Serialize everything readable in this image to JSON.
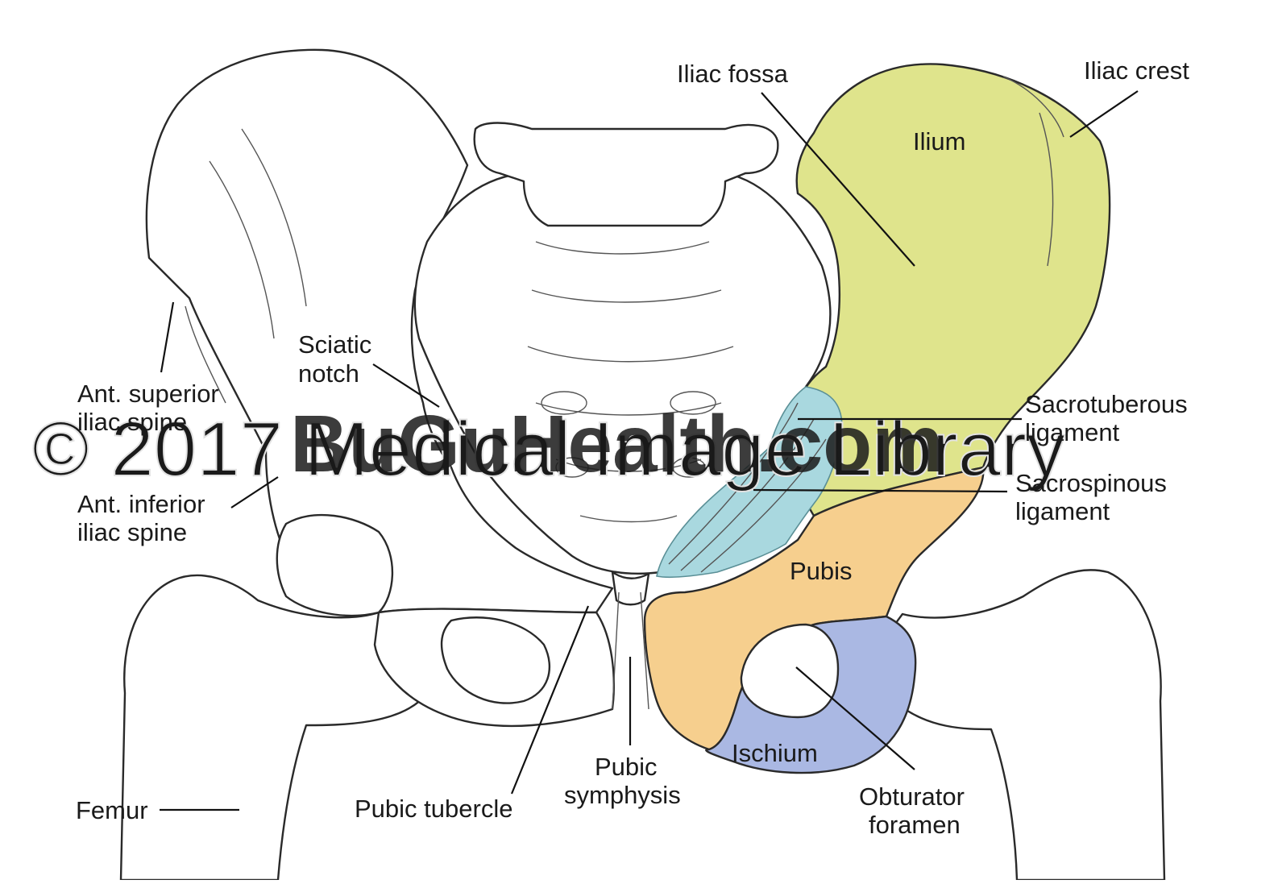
{
  "labels": {
    "iliac_fossa": "Iliac fossa",
    "iliac_crest": "Iliac crest",
    "ilium": "Ilium",
    "sciatic_notch_line1": "Sciatic",
    "sciatic_notch_line2": "notch",
    "ant_superior_line1": "Ant. superior",
    "ant_superior_line2": "iliac spine",
    "ant_inferior_line1": "Ant. inferior",
    "ant_inferior_line2": "iliac spine",
    "sacrotuberous_line1": "Sacrotuberous",
    "sacrotuberous_line2": "ligament",
    "sacrospinous_line1": "Sacrospinous",
    "sacrospinous_line2": "ligament",
    "pubis": "Pubis",
    "ischium": "Ischium",
    "femur": "Femur",
    "pubic_tubercle": "Pubic tubercle",
    "pubic_symphysis_line1": "Pubic",
    "pubic_symphysis_line2": "symphysis",
    "obturator_line1": "Obturator",
    "obturator_line2": "foramen"
  },
  "watermark": {
    "main": "BuGuHealth.com",
    "faint": "© 2017 Medical Image Library"
  },
  "colors": {
    "ilium": "#dfe48c",
    "pubis": "#f6cf8e",
    "ischium": "#aab8e3",
    "ligament": "#a9d8df"
  }
}
